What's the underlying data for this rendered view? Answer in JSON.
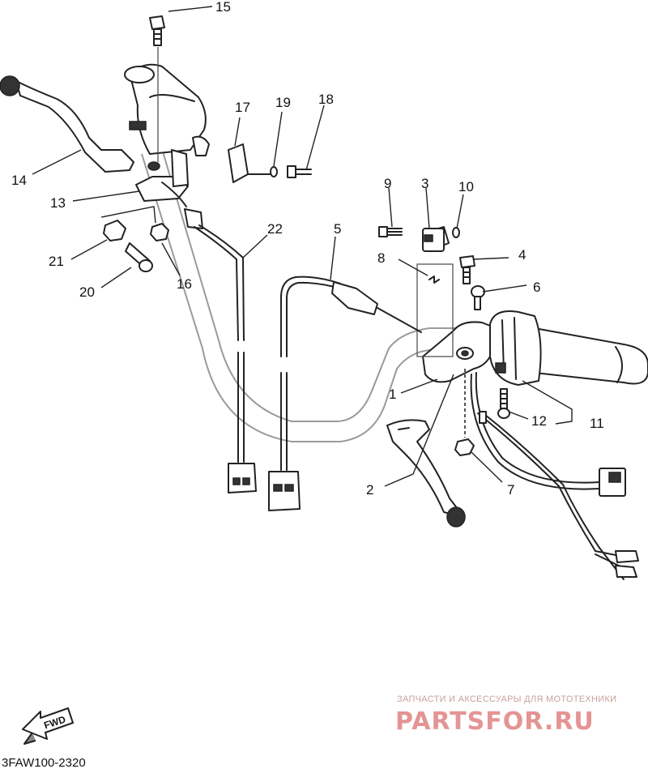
{
  "callouts": [
    {
      "id": "1",
      "text": "1"
    },
    {
      "id": "2",
      "text": "2"
    },
    {
      "id": "3",
      "text": "3"
    },
    {
      "id": "4",
      "text": "4"
    },
    {
      "id": "5",
      "text": "5"
    },
    {
      "id": "6",
      "text": "6"
    },
    {
      "id": "7",
      "text": "7"
    },
    {
      "id": "8",
      "text": "8"
    },
    {
      "id": "9",
      "text": "9"
    },
    {
      "id": "10",
      "text": "10"
    },
    {
      "id": "11",
      "text": "11"
    },
    {
      "id": "12",
      "text": "12"
    },
    {
      "id": "13",
      "text": "13"
    },
    {
      "id": "14",
      "text": "14"
    },
    {
      "id": "15",
      "text": "15"
    },
    {
      "id": "16",
      "text": "16"
    },
    {
      "id": "17",
      "text": "17"
    },
    {
      "id": "18",
      "text": "18"
    },
    {
      "id": "19",
      "text": "19"
    },
    {
      "id": "20",
      "text": "20"
    },
    {
      "id": "21",
      "text": "21"
    },
    {
      "id": "22",
      "text": "22"
    }
  ],
  "watermark": {
    "top_line": "ЗАПЧАСТИ И АКСЕССУАРЫ ДЛЯ МОТОТЕХНИКИ",
    "brand": "PARTSFOR.RU"
  },
  "fwd_label": "FWD",
  "diagram_code": "3FAW100-2320"
}
